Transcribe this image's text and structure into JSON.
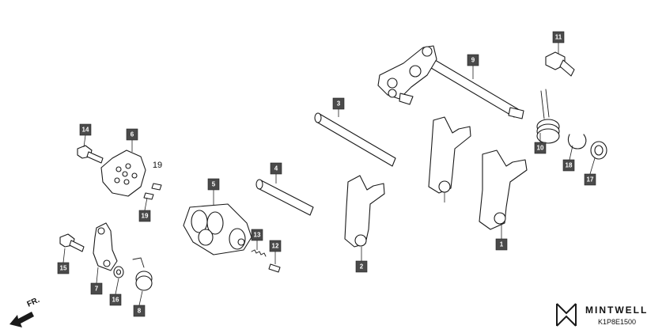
{
  "diagram": {
    "callouts": [
      {
        "id": "p1",
        "label": "1"
      },
      {
        "id": "p2",
        "label": "2"
      },
      {
        "id": "p3",
        "label": "3"
      },
      {
        "id": "p4",
        "label": "4"
      },
      {
        "id": "p5",
        "label": "5"
      },
      {
        "id": "p6",
        "label": "6"
      },
      {
        "id": "p7",
        "label": "7"
      },
      {
        "id": "p8",
        "label": "8"
      },
      {
        "id": "p9",
        "label": "9"
      },
      {
        "id": "p10",
        "label": "10"
      },
      {
        "id": "p11",
        "label": "11"
      },
      {
        "id": "p12",
        "label": "12"
      },
      {
        "id": "p13",
        "label": "13"
      },
      {
        "id": "p14",
        "label": "14"
      },
      {
        "id": "p15",
        "label": "15"
      },
      {
        "id": "p16",
        "label": "16"
      },
      {
        "id": "p17",
        "label": "17"
      },
      {
        "id": "p18",
        "label": "18"
      },
      {
        "id": "p19a",
        "label": "19"
      },
      {
        "id": "p19b",
        "label": "19"
      }
    ],
    "direction_label": "FR.",
    "brand": "MINTWELL",
    "diagram_code": "K1P8E1500"
  }
}
